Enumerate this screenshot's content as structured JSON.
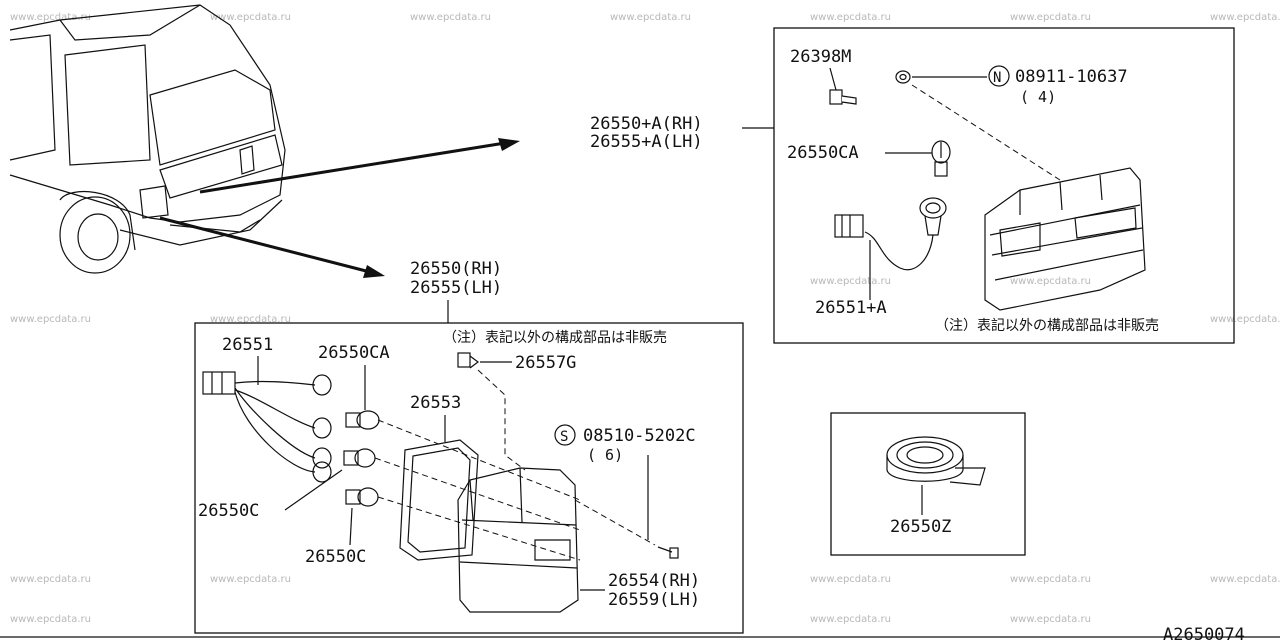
{
  "watermark": "www.epcdata.ru",
  "diagram_code": "A2650074",
  "main_callout": {
    "line1": "26550+A(RH)",
    "line2": "26555+A(LH)"
  },
  "lower_callout": {
    "line1": "26550(RH)",
    "line2": "26555(LH)"
  },
  "note_text": "（注）表記以外の構成部品は非販売",
  "top_box": {
    "p1": "26398M",
    "p2_symbol": "N",
    "p2": "08911-10637",
    "p2_qty": "( 4)",
    "p3": "26550CA",
    "p4": "26551+A"
  },
  "bottom_box": {
    "p1": "26551",
    "p2": "26550CA",
    "p3": "26557G",
    "p4": "26553",
    "p5_symbol": "S",
    "p5": "08510-5202C",
    "p5_qty": "( 6)",
    "p6": "26550C",
    "p7": "26550C",
    "p8_rh": "26554(RH)",
    "p8_lh": "26559(LH)"
  },
  "side_box": {
    "p1": "26550Z"
  }
}
